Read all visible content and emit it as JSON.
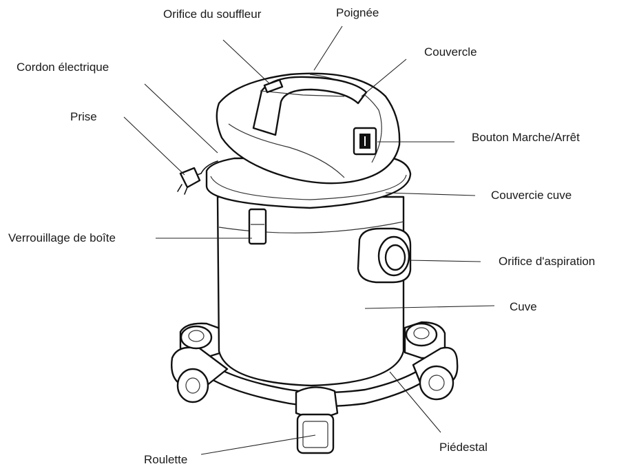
{
  "labels": {
    "blower_port": "Orifice du souffleur",
    "handle": "Poignée",
    "cover": "Couvercle",
    "power_cord": "Cordon électrique",
    "plug": "Prise",
    "on_off_button": "Bouton Marche/Arrêt",
    "tank_cover": "Couvercie cuve",
    "box_lock": "Verrouillage  de boîte",
    "suction_port": "Orifice d'aspiration",
    "tank": "Cuve",
    "pedestal": "Piédestal",
    "caster": "Roulette"
  }
}
